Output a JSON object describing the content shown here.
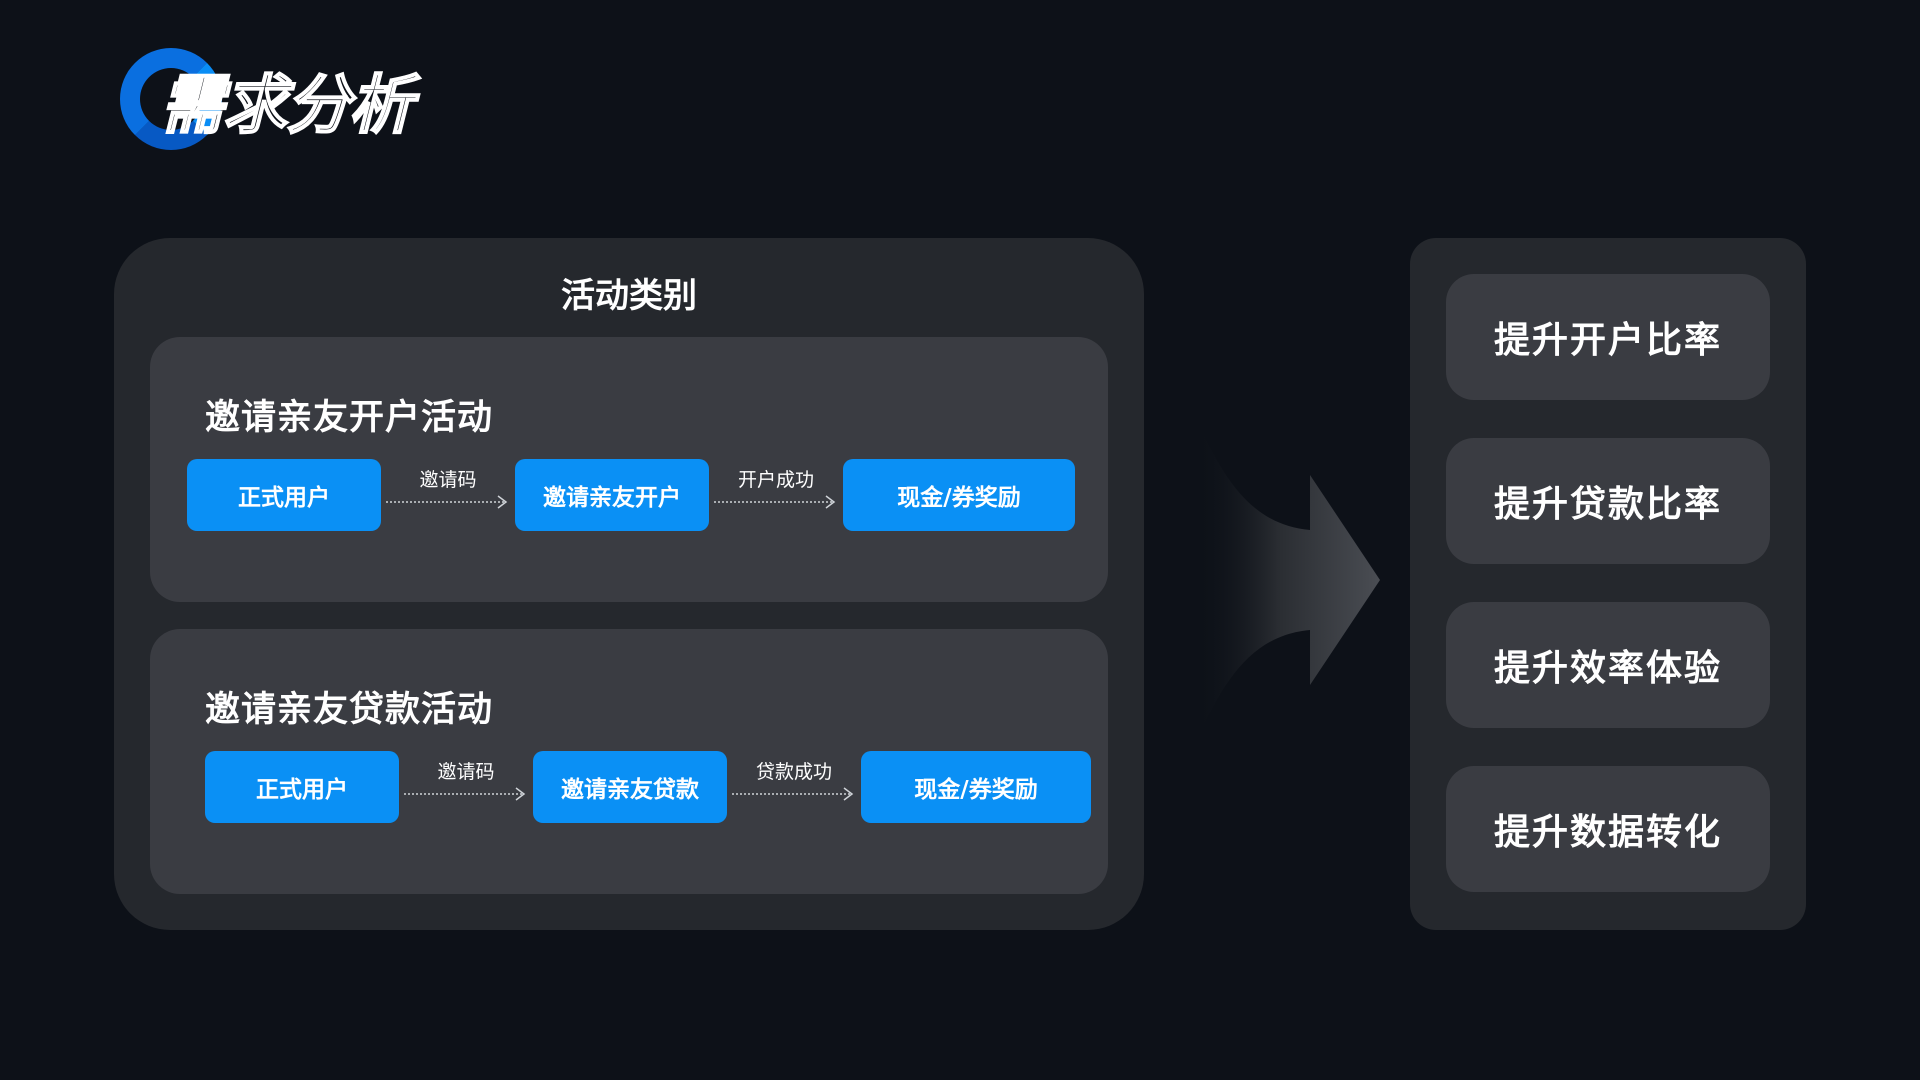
{
  "header": {
    "title": "需求分析",
    "accent_color": "#0a8df5"
  },
  "activity_panel": {
    "heading": "活动类别",
    "activities": [
      {
        "title": "邀请亲友开户活动",
        "steps": [
          "正式用户",
          "邀请亲友开户",
          "现金/券奖励"
        ],
        "transitions": [
          "邀请码",
          "开户成功"
        ]
      },
      {
        "title": "邀请亲友贷款活动",
        "steps": [
          "正式用户",
          "邀请亲友贷款",
          "现金/券奖励"
        ],
        "transitions": [
          "邀请码",
          "贷款成功"
        ]
      }
    ]
  },
  "goals": [
    "提升开户比率",
    "提升贷款比率",
    "提升效率体验",
    "提升数据转化"
  ],
  "colors": {
    "background": "#0d1118",
    "panel": "#25282d",
    "card": "#3a3c42",
    "step_box": "#0a90f5"
  }
}
